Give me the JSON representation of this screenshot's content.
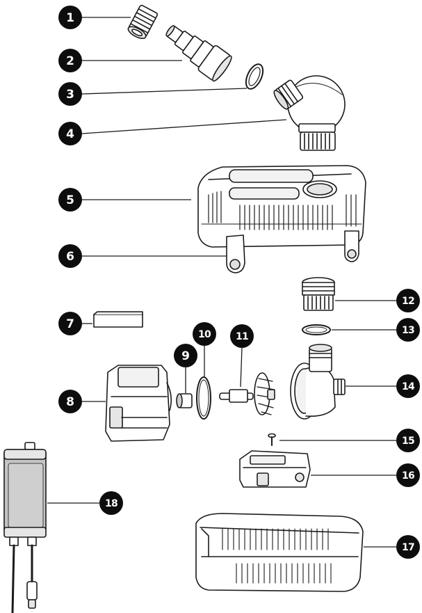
{
  "callouts": [
    {
      "number": "1",
      "part": "hose-nut"
    },
    {
      "number": "2",
      "part": "stepped-hose-adapter"
    },
    {
      "number": "3",
      "part": "sealing-ring"
    },
    {
      "number": "4",
      "part": "ball-joint-elbow"
    },
    {
      "number": "5",
      "part": "filter-cover-top"
    },
    {
      "number": "6",
      "part": "cover-clip"
    },
    {
      "number": "7",
      "part": "foam-pad"
    },
    {
      "number": "8",
      "part": "motor-block"
    },
    {
      "number": "9",
      "part": "bearing-sleeve"
    },
    {
      "number": "10",
      "part": "o-ring"
    },
    {
      "number": "11",
      "part": "impeller"
    },
    {
      "number": "12",
      "part": "threaded-outlet-nut"
    },
    {
      "number": "13",
      "part": "outlet-gasket"
    },
    {
      "number": "14",
      "part": "volute-housing"
    },
    {
      "number": "15",
      "part": "screw"
    },
    {
      "number": "16",
      "part": "mounting-bracket"
    },
    {
      "number": "17",
      "part": "filter-basket-base"
    },
    {
      "number": "18",
      "part": "power-supply-unit"
    }
  ],
  "colors": {
    "line": "#1a1a1a",
    "badge": "#0d0d0d",
    "badge_text": "#ffffff",
    "part_fill": "#ffffff",
    "part_shade": "#d9d9d9",
    "psu_body": "#c4c4c4"
  }
}
